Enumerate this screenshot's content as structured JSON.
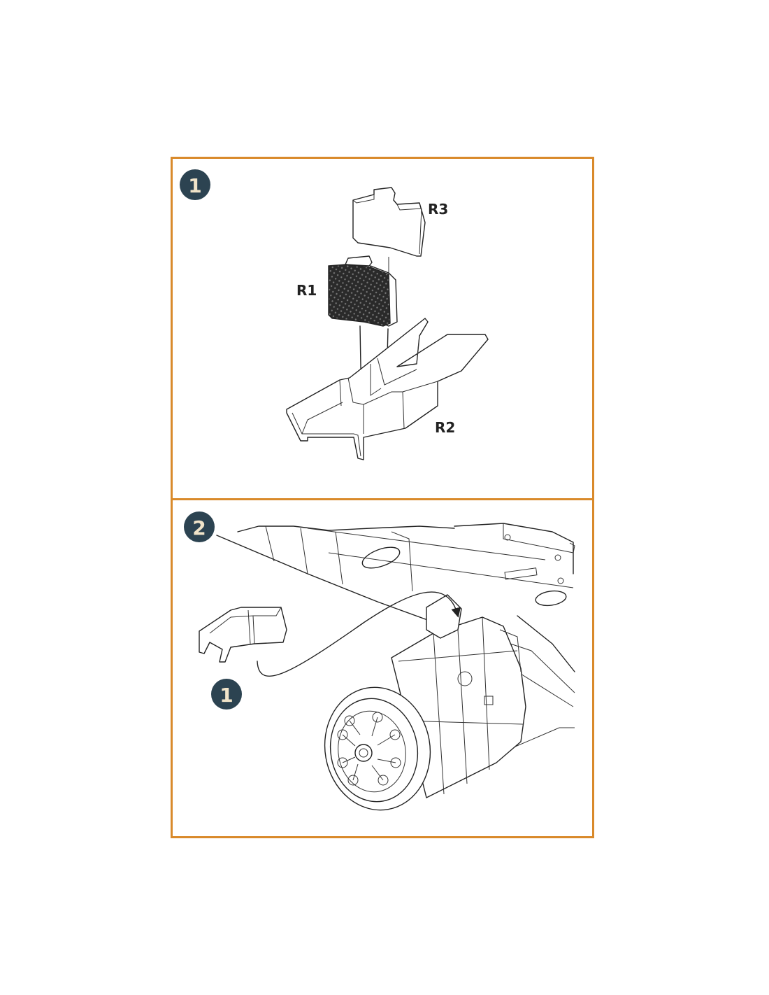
{
  "colors": {
    "frame": "#d98a2b",
    "badge": "#2c4351",
    "badge_text": "#f1e4c9",
    "ink": "#222222"
  },
  "step1": {
    "badge": "1",
    "labels": {
      "r1": "R1",
      "r2": "R2",
      "r3": "R3"
    }
  },
  "step2": {
    "badge": "2",
    "sub_badge": "1"
  }
}
